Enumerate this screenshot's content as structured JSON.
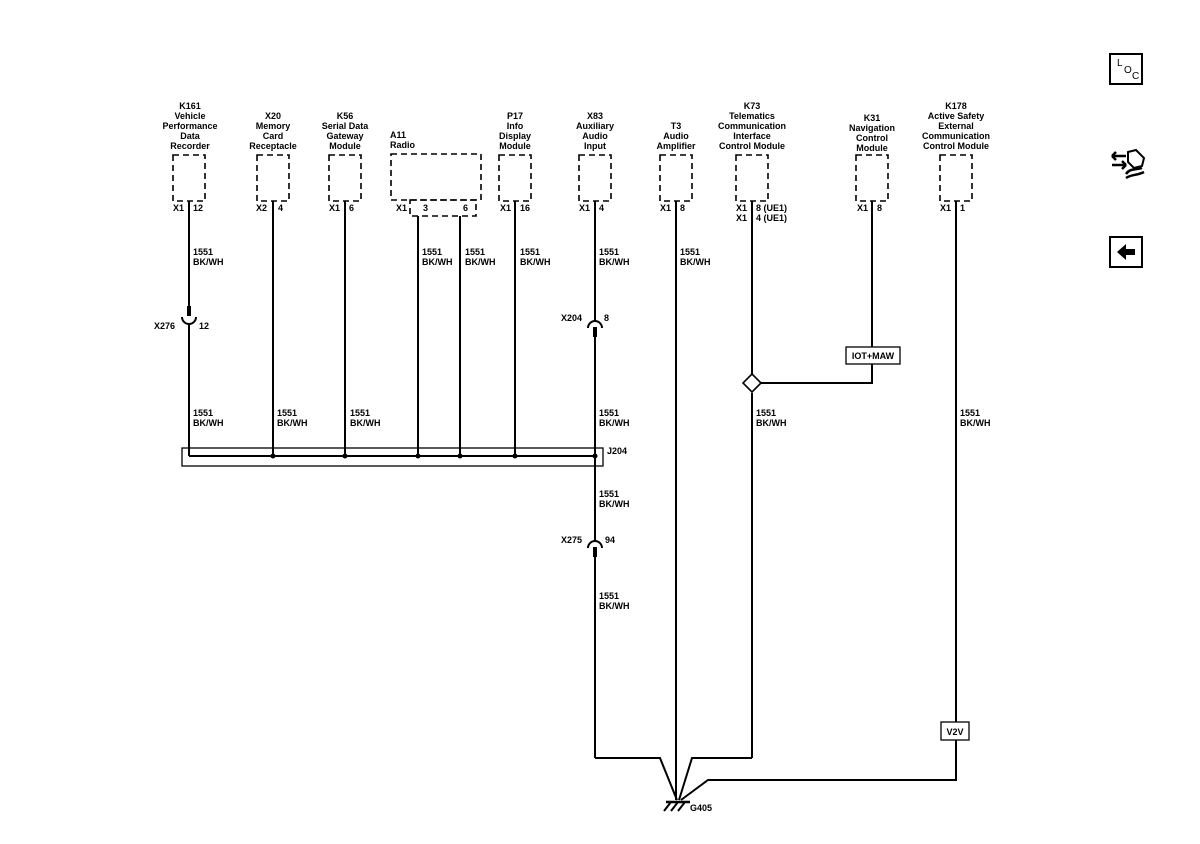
{
  "modules": [
    {
      "ref": "K161",
      "name": [
        "Vehicle",
        "Performance",
        "Data",
        "Recorder"
      ],
      "connector": "X1",
      "pin": "12"
    },
    {
      "ref": "X20",
      "name": [
        "Memory",
        "Card",
        "Receptacle"
      ],
      "connector": "X2",
      "pin": "4"
    },
    {
      "ref": "K56",
      "name": [
        "Serial Data",
        "Gateway",
        "Module"
      ],
      "connector": "X1",
      "pin": "6"
    },
    {
      "ref": "A11",
      "name": [
        "Radio"
      ],
      "connector": "X1",
      "pins": [
        "3",
        "6"
      ]
    },
    {
      "ref": "P17",
      "name": [
        "Info",
        "Display",
        "Module"
      ],
      "connector": "X1",
      "pin": "16"
    },
    {
      "ref": "X83",
      "name": [
        "Auxiliary",
        "Audio",
        "Input"
      ],
      "connector": "X1",
      "pin": "4"
    },
    {
      "ref": "T3",
      "name": [
        "Audio",
        "Amplifier"
      ],
      "connector": "X1",
      "pin": "8"
    },
    {
      "ref": "K73",
      "name": [
        "Telematics",
        "Communication",
        "Interface",
        "Control Module"
      ],
      "pin_rows": [
        {
          "connector": "X1",
          "pin": "8 (UE1)"
        },
        {
          "connector": "X1",
          "pin": "4 (UE1)"
        }
      ]
    },
    {
      "ref": "K31",
      "name": [
        "Navigation",
        "Control",
        "Module"
      ],
      "connector": "X1",
      "pin": "8"
    },
    {
      "ref": "K178",
      "name": [
        "Active Safety",
        "External",
        "Communication",
        "Control Module"
      ],
      "connector": "X1",
      "pin": "1"
    }
  ],
  "wire": {
    "circuit": "1551",
    "color": "BK/WH"
  },
  "inline_connectors": {
    "x276": {
      "ref": "X276",
      "pin": "12"
    },
    "x204": {
      "ref": "X204",
      "pin": "8"
    },
    "x275": {
      "ref": "X275",
      "pin": "94"
    }
  },
  "splice": "J204",
  "options": {
    "iot_maw": "IOT+MAW",
    "v2v": "V2V"
  },
  "ground": "G405",
  "nav_buttons": [
    {
      "name": "location-view",
      "letters": [
        "L",
        "O",
        "C"
      ]
    },
    {
      "name": "connector-view"
    },
    {
      "name": "back"
    }
  ]
}
